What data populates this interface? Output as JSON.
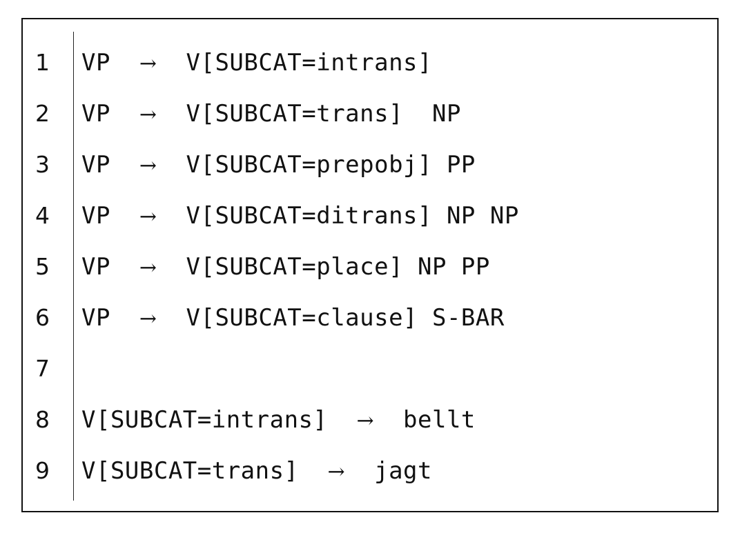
{
  "listing": {
    "lines": [
      {
        "number": "1",
        "lhs": "VP",
        "arrow": "→",
        "rhs": "V[SUBCAT=intrans]"
      },
      {
        "number": "2",
        "lhs": "VP",
        "arrow": "→",
        "rhs": "V[SUBCAT=trans]  NP"
      },
      {
        "number": "3",
        "lhs": "VP",
        "arrow": "→",
        "rhs": "V[SUBCAT=prepobj] PP"
      },
      {
        "number": "4",
        "lhs": "VP",
        "arrow": "→",
        "rhs": "V[SUBCAT=ditrans] NP NP"
      },
      {
        "number": "5",
        "lhs": "VP",
        "arrow": "→",
        "rhs": "V[SUBCAT=place] NP PP"
      },
      {
        "number": "6",
        "lhs": "VP",
        "arrow": "→",
        "rhs": "V[SUBCAT=clause] S-BAR"
      },
      {
        "number": "7",
        "lhs": "",
        "arrow": "",
        "rhs": ""
      },
      {
        "number": "8",
        "lhs": "V[SUBCAT=intrans]",
        "arrow": "→",
        "rhs": "bellt"
      },
      {
        "number": "9",
        "lhs": "V[SUBCAT=trans]",
        "arrow": "→",
        "rhs": "jagt"
      }
    ]
  }
}
